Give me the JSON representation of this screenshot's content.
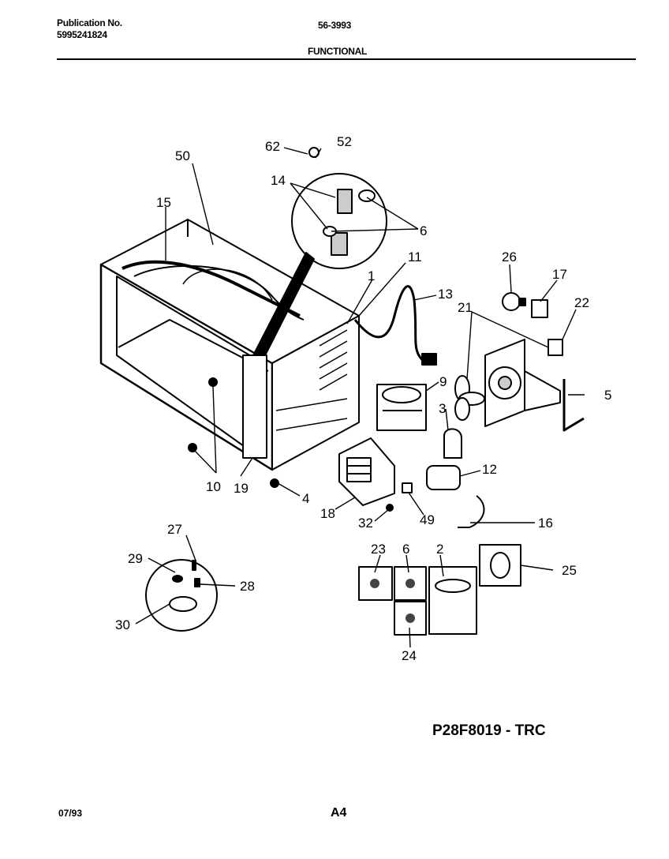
{
  "header": {
    "publication_label": "Publication No.",
    "publication_number": "5995241824",
    "model_code": "56-3993",
    "section": "FUNCTIONAL"
  },
  "diagram": {
    "callouts": {
      "c1": "1",
      "c2": "2",
      "c3": "3",
      "c4": "4",
      "c5": "5",
      "c6a": "6",
      "c6b": "6",
      "c9": "9",
      "c10": "10",
      "c11": "11",
      "c12": "12",
      "c13": "13",
      "c14": "14",
      "c15": "15",
      "c16": "16",
      "c17": "17",
      "c18": "18",
      "c19": "19",
      "c21": "21",
      "c22": "22",
      "c23": "23",
      "c24": "24",
      "c25": "25",
      "c26": "26",
      "c27": "27",
      "c28": "28",
      "c29": "29",
      "c30": "30",
      "c32": "32",
      "c49": "49",
      "c50": "50",
      "c52": "52",
      "c62": "62"
    }
  },
  "footer": {
    "model": "P28F8019 - TRC",
    "date": "07/93",
    "page": "A4"
  }
}
